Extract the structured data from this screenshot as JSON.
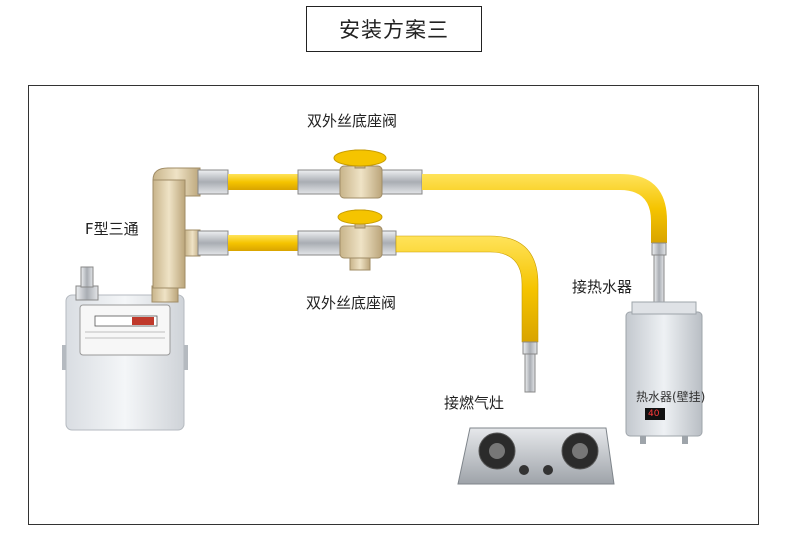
{
  "title": "安装方案三",
  "labels": {
    "valve_top": "双外丝底座阀",
    "valve_bottom": "双外丝底座阀",
    "tee": "F型三通",
    "water_heater_conn": "接热水器",
    "stove_conn": "接燃气灶",
    "heater_tag": "热水器(壁挂)",
    "heater_display": "40"
  },
  "colors": {
    "hose": "#f5c400",
    "brass": "#d9c7a0",
    "chrome": "#c9ccd1",
    "stove": "#b8bcc2"
  }
}
